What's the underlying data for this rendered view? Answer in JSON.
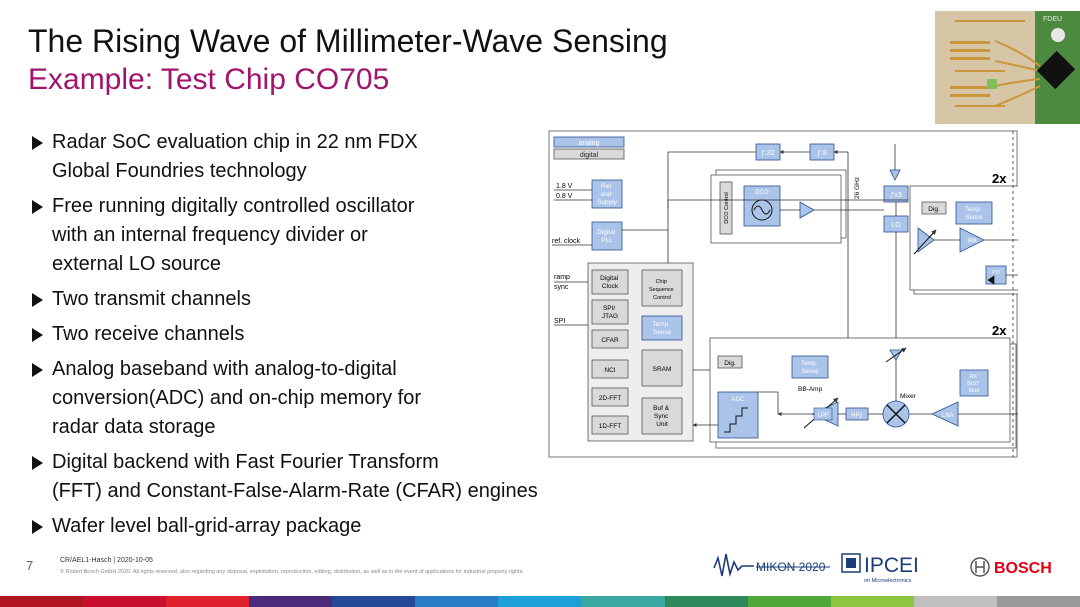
{
  "title": "The Rising Wave of Millimeter-Wave Sensing",
  "subtitle": "Example: Test Chip CO705",
  "bullets": [
    "Radar SoC evaluation chip in 22 nm FDX Global Foundries technology",
    "Free running digitally controlled oscillator with an internal frequency divider or external LO source",
    "Two transmit channels",
    "Two receive channels",
    "Analog baseband with analog-to-digital conversion(ADC) and on-chip memory for radar data storage",
    "Digital backend with Fast Fourier Transform (FFT) and Constant-False-Alarm-Rate (CFAR) engines",
    "Wafer level ball-grid-array package"
  ],
  "bullet_lines": [
    [
      "Radar SoC evaluation chip in 22 nm FDX",
      "Global Foundries technology"
    ],
    [
      "Free running digitally controlled oscillator",
      "with an internal frequency divider or",
      "external LO source"
    ],
    [
      "Two transmit channels"
    ],
    [
      "Two receive channels"
    ],
    [
      "Analog baseband with analog-to-digital",
      "conversion(ADC) and on-chip memory for",
      "radar data storage"
    ],
    [
      "Digital backend with Fast Fourier Transform",
      "(FFT) and Constant-False-Alarm-Rate (CFAR) engines"
    ],
    [
      "Wafer level ball-grid-array package"
    ]
  ],
  "diagram": {
    "legend_analog": "analog",
    "legend_digital": "digital",
    "v18": "1.8 V",
    "v08": "0.8 V",
    "ref_supply": [
      "Ref",
      "and",
      "Supply"
    ],
    "ref_clock": "ref. clock",
    "digital_pll": [
      "Digital",
      "PLL"
    ],
    "ramp": "ramp",
    "sync": "sync",
    "digital_clock": [
      "Digital",
      "Clock"
    ],
    "chip_seq": [
      "Chip",
      "Sequence",
      "Control"
    ],
    "spi": "SPI",
    "spi_jtag": [
      "SPI/",
      "JTAG"
    ],
    "temp_sense": [
      "Temp.",
      "Sense"
    ],
    "cfar": "CFAR",
    "nci": "NCI",
    "sram": "SRAM",
    "fft2d": "2D-FFT",
    "fft1d": "1D-FFT",
    "buf_sync": [
      "Buf &",
      "Sync",
      "Unit"
    ],
    "div32": "ƒ:32",
    "div8": "ƒ:8",
    "dco_control": "DCO Control",
    "dco": "DCO",
    "ghz": "26 GHz",
    "x3": "ƒx3",
    "lo": "LO",
    "tx_count": "2x",
    "rx_count": "2x",
    "dig": "Dig.",
    "pa": "PA",
    "pd": "PD",
    "bb_amp": "BB-Amp",
    "mixer": "Mixer",
    "rx_bist": [
      "RX",
      "BIST",
      "Mod"
    ],
    "adc": "ADC",
    "lpf": "LPF",
    "hpf": "HPƒ",
    "lna": "LNA"
  },
  "photo": {
    "label": "FDEU"
  },
  "footer": {
    "page": "7",
    "meta": "CR/AEL1-Hasch | 2020-10-05",
    "copyright": "© Robert Bosch GmbH 2020. All rights reserved, also regarding any disposal, exploitation, reproduction, editing, distribution, as well as in the event of applications for industrial property rights.",
    "mikon": "MIKON 2020",
    "ipcei": "IPCEI",
    "ipcei_sub": "on Microelectronics",
    "bosch": "BOSCH"
  },
  "colors": {
    "accent": "#a0146e",
    "block_fill": "#aac3e8",
    "block_stroke": "#2c4f8c",
    "gray_block": "#d9d9d9",
    "bosch_red": "#e20015"
  },
  "bottom_bar_colors": [
    "#b0151f",
    "#c8102e",
    "#e0202d",
    "#4b2a7a",
    "#274a96",
    "#2a7cc4",
    "#1e9fd6",
    "#3aa7a0",
    "#2e8a5a",
    "#4ea83c",
    "#8cc63f",
    "#c0c0c0",
    "#9a9a9a"
  ]
}
